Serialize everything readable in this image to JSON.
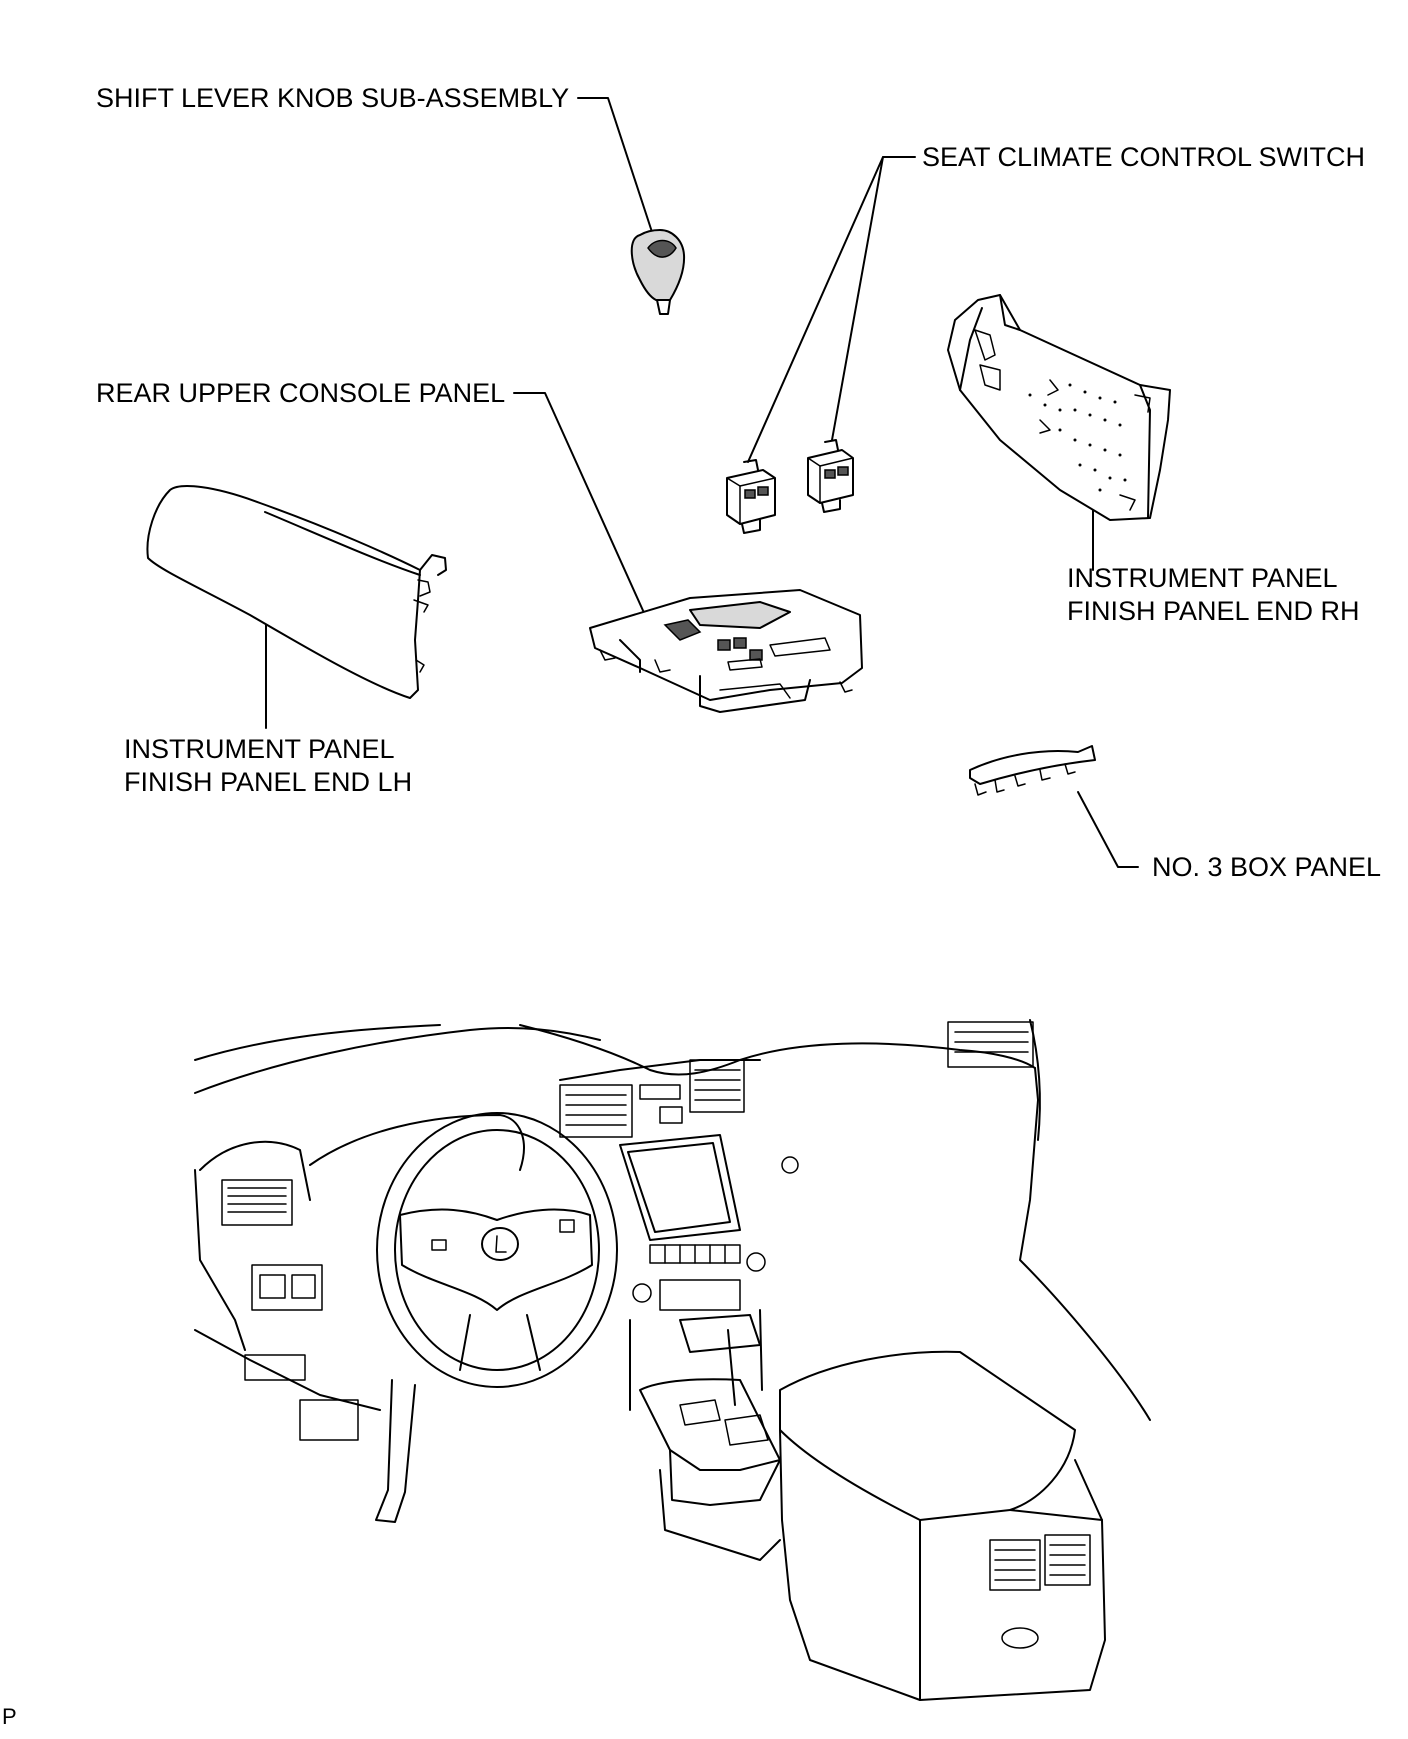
{
  "labels": {
    "shift_knob": "SHIFT LEVER KNOB SUB-ASSEMBLY",
    "seat_climate": "SEAT CLIMATE CONTROL SWITCH",
    "rear_console": "REAR UPPER CONSOLE PANEL",
    "panel_rh_line1": "INSTRUMENT PANEL",
    "panel_rh_line2": "FINISH PANEL END RH",
    "panel_lh_line1": "INSTRUMENT PANEL",
    "panel_lh_line2": "FINISH PANEL END LH",
    "box_panel": "NO. 3 BOX PANEL",
    "corner_mark": "P"
  },
  "colors": {
    "ink": "#000000",
    "background": "#ffffff",
    "shade": "#d9d9d9"
  }
}
